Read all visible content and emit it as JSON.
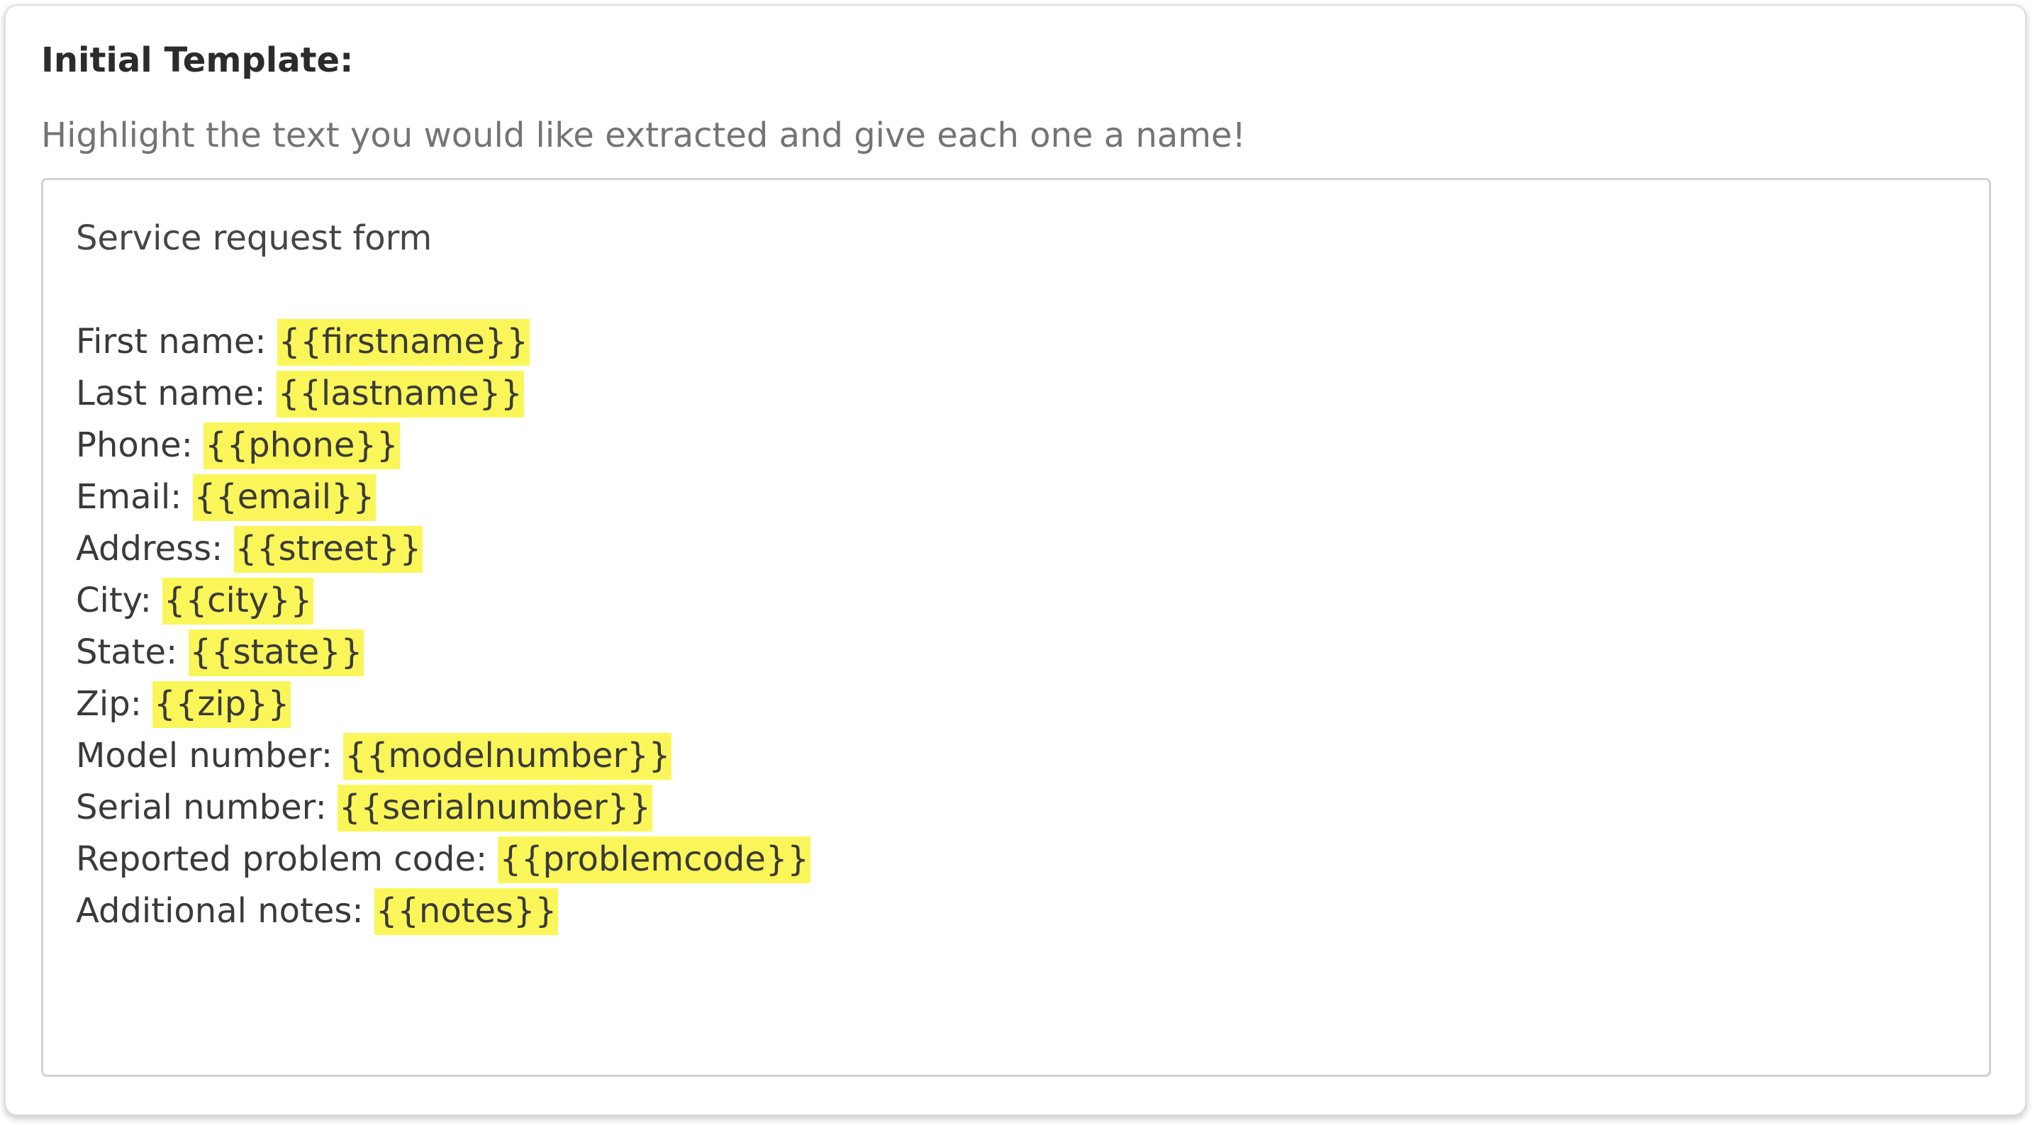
{
  "panel": {
    "title": "Initial Template:",
    "subtitle": "Highlight the text you would like extracted and give each one a name!"
  },
  "template": {
    "heading": "Service request form",
    "highlight_color": "#faf659",
    "fields": [
      {
        "label": "First name:",
        "token": "{{firstname}}"
      },
      {
        "label": "Last name:",
        "token": "{{lastname}}"
      },
      {
        "label": "Phone:",
        "token": "{{phone}}"
      },
      {
        "label": "Email:",
        "token": "{{email}}"
      },
      {
        "label": "Address:",
        "token": "{{street}}"
      },
      {
        "label": "City:",
        "token": "{{city}}"
      },
      {
        "label": "State:",
        "token": "{{state}}"
      },
      {
        "label": "Zip:",
        "token": "{{zip}}"
      },
      {
        "label": "Model number:",
        "token": "{{modelnumber}}"
      },
      {
        "label": "Serial number:",
        "token": "{{serialnumber}}"
      },
      {
        "label": "Reported problem code:",
        "token": "{{problemcode}}"
      },
      {
        "label": "Additional notes:",
        "token": "{{notes}}"
      }
    ]
  }
}
